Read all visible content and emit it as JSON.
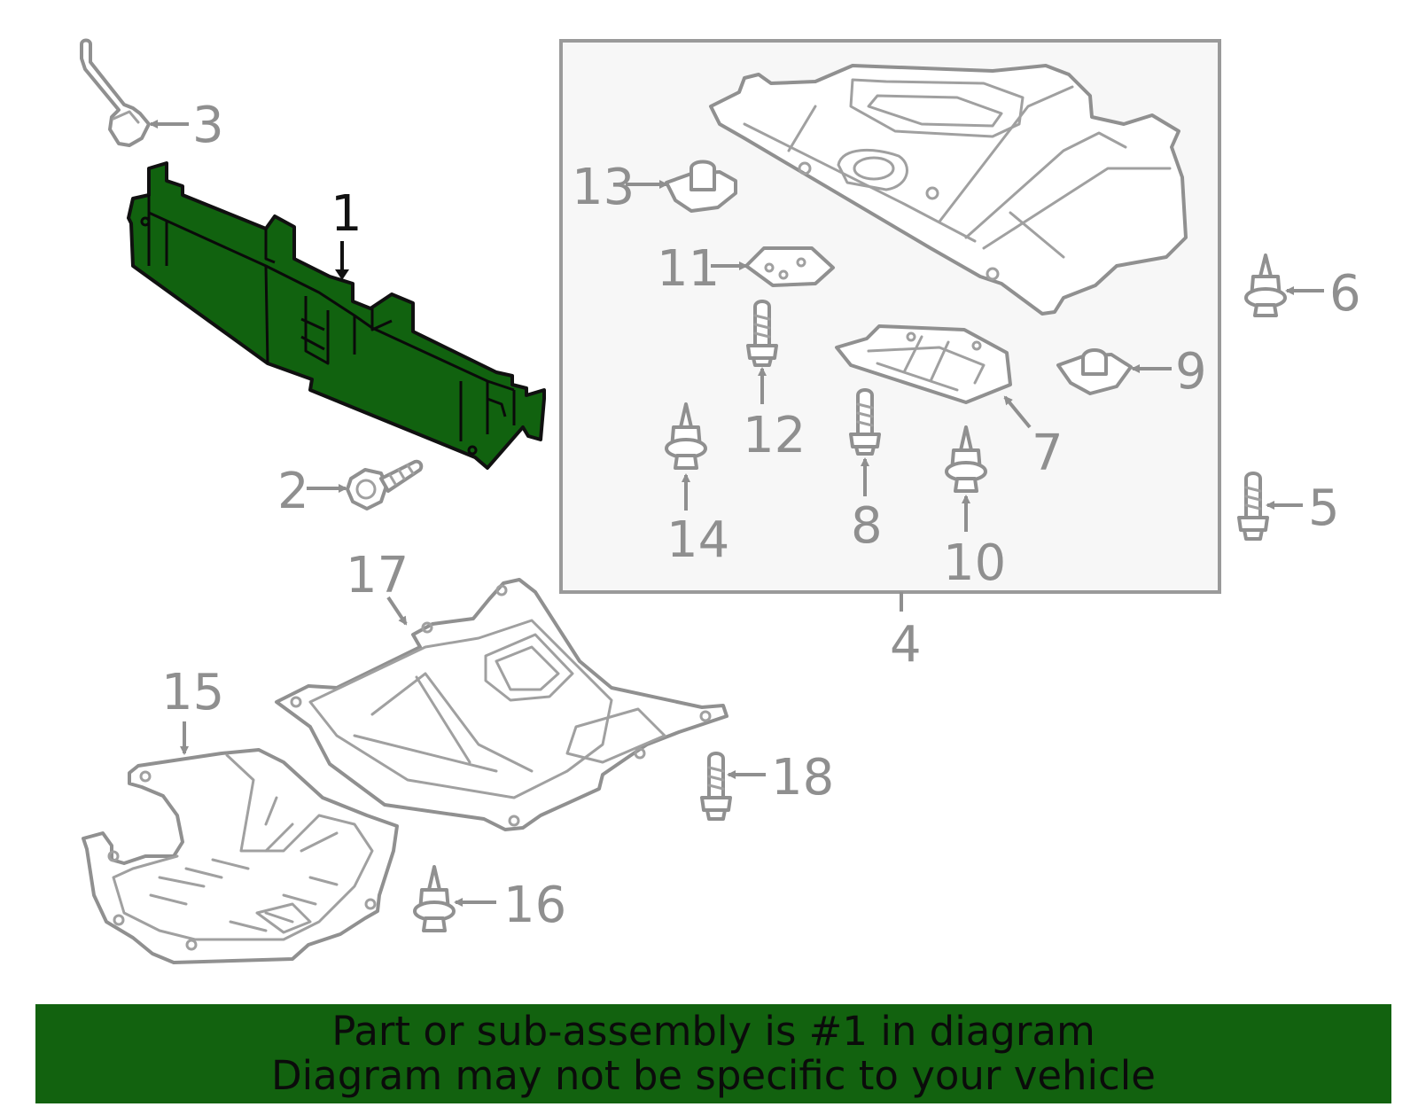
{
  "callouts": {
    "c1": "1",
    "c2": "2",
    "c3": "3",
    "c4": "4",
    "c5": "5",
    "c6": "6",
    "c7": "7",
    "c8": "8",
    "c9": "9",
    "c10": "10",
    "c11": "11",
    "c12": "12",
    "c13": "13",
    "c14": "14",
    "c15": "15",
    "c16": "16",
    "c17": "17",
    "c18": "18"
  },
  "highlight": {
    "part_number": "1",
    "color": "#12620f"
  },
  "banner": {
    "line1": "Part or sub-assembly is #1 in diagram",
    "line2": "Diagram may not be specific to your vehicle",
    "background": "#12620f"
  }
}
